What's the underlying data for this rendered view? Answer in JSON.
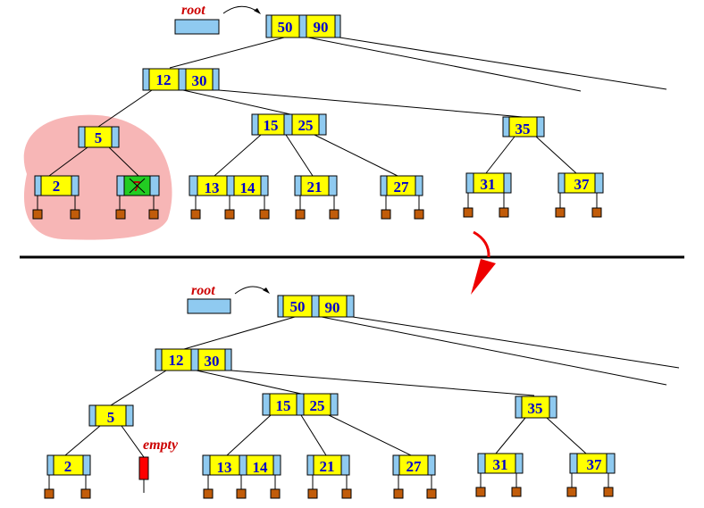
{
  "colors": {
    "key_fill": "#ffff00",
    "node_side": "#8fcaf0",
    "leaf": "#c15c0a",
    "highlight": "#f7b6b6",
    "deleted_key": "#22cc22",
    "empty_node": "#ff0000",
    "key_text": "#0000cc",
    "label_text": "#cc0000",
    "transition_arrow": "#ee0000"
  },
  "labels": {
    "root_top": "root",
    "root_bottom": "root",
    "empty": "empty"
  },
  "before": {
    "root": [
      "50",
      "90"
    ],
    "left": [
      "12",
      "30"
    ],
    "n5": [
      "5"
    ],
    "n2": [
      "2"
    ],
    "deleted": [
      "7"
    ],
    "n1525": [
      "15",
      "25"
    ],
    "n1314": [
      "13",
      "14"
    ],
    "n21": [
      "21"
    ],
    "n27": [
      "27"
    ],
    "n35": [
      "35"
    ],
    "n31": [
      "31"
    ],
    "n37": [
      "37"
    ]
  },
  "after": {
    "root": [
      "50",
      "90"
    ],
    "left": [
      "12",
      "30"
    ],
    "n5": [
      "5"
    ],
    "n2": [
      "2"
    ],
    "n1525": [
      "15",
      "25"
    ],
    "n1314": [
      "13",
      "14"
    ],
    "n21": [
      "21"
    ],
    "n27": [
      "27"
    ],
    "n35": [
      "35"
    ],
    "n31": [
      "31"
    ],
    "n37": [
      "37"
    ]
  }
}
